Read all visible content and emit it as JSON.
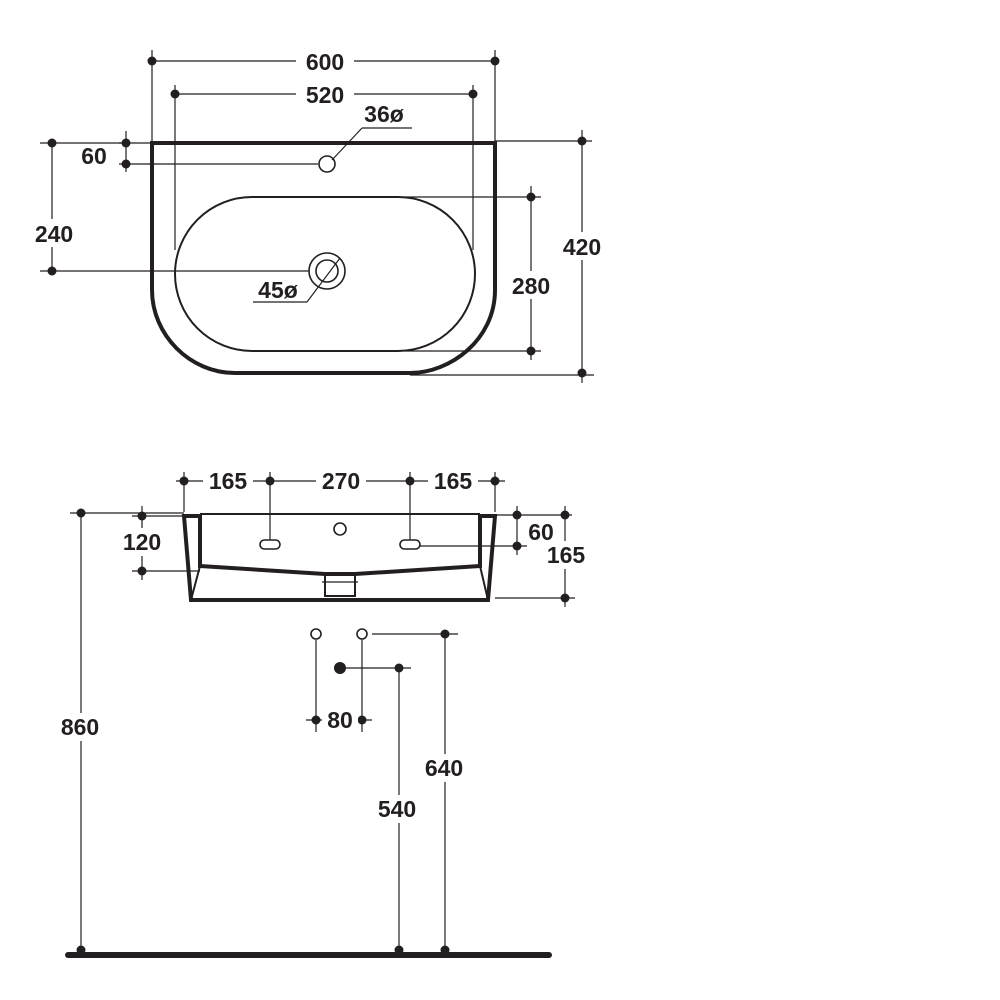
{
  "top_view": {
    "width_outer": "600",
    "width_inner": "520",
    "tap_hole": "36ø",
    "tap_offset": "60",
    "drain_offset": "240",
    "depth_total": "420",
    "bowl_depth": "280",
    "drain_hole": "45ø"
  },
  "front_view": {
    "left_spacing": "165",
    "center_spacing": "270",
    "right_spacing": "165",
    "overflow_height": "120",
    "rim_to_slot": "60",
    "basin_height": "165",
    "connection_spacing": "80",
    "waste_height": "540",
    "supply_height": "640",
    "mounting_height": "860"
  },
  "colors": {
    "ink": "#231f20",
    "paper": "#ffffff"
  }
}
